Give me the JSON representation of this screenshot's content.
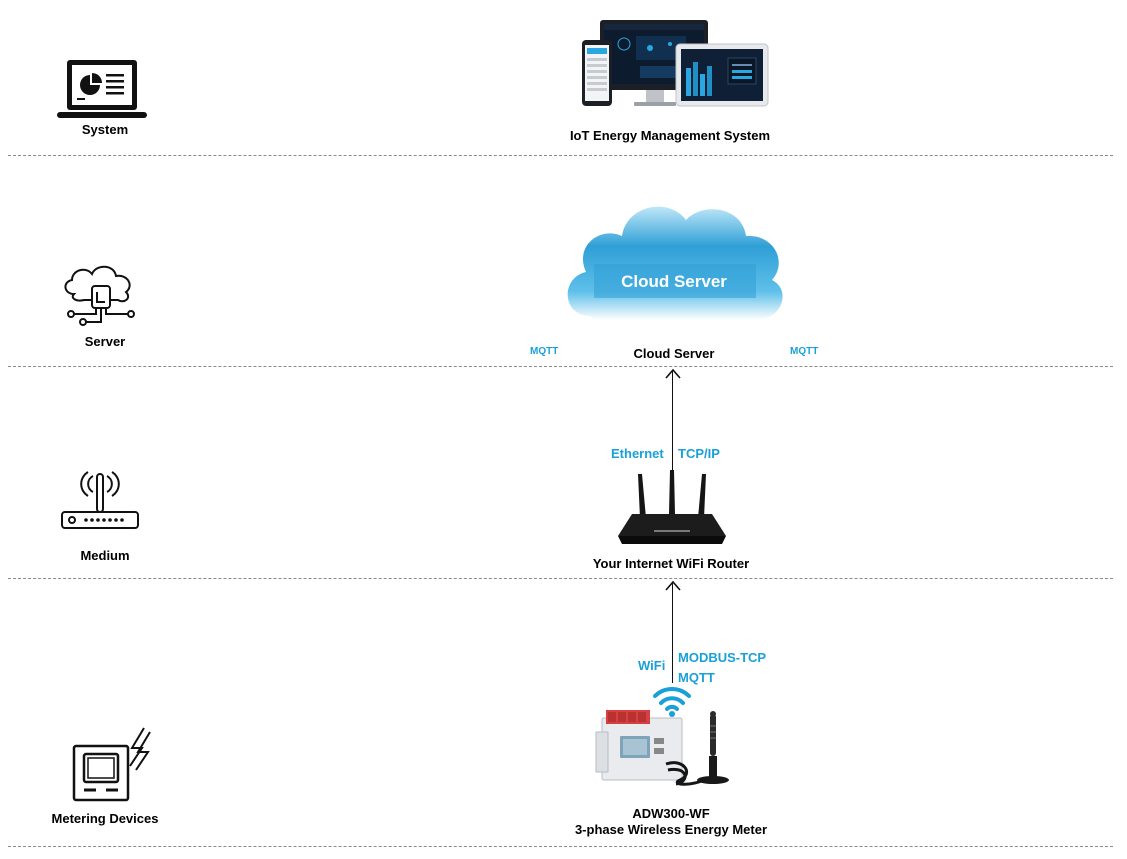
{
  "tiers": {
    "system": "System",
    "server": "Server",
    "medium": "Medium",
    "metering": "Metering Devices"
  },
  "nodes": {
    "system_caption": "IoT Energy Management System",
    "cloud_banner": "Cloud Server",
    "cloud_caption": "Cloud Server",
    "router_caption": "Your Internet WiFi Router",
    "meter_caption_line1": "ADW300-WF",
    "meter_caption_line2": "3-phase Wireless Energy Meter"
  },
  "protocols": {
    "mqtt_left": "MQTT",
    "mqtt_right": "MQTT",
    "ethernet": "Ethernet",
    "tcpip": "TCP/IP",
    "wifi": "WiFi",
    "modbus_tcp": "MODBUS-TCP",
    "mqtt_meter": "MQTT"
  },
  "colors": {
    "protocol_text": "#1aa0d8",
    "cloud_fill": "#2f9fd6",
    "divider": "#8a8a8a"
  },
  "icons": {
    "system": "laptop-dashboard-icon",
    "server": "cloud-server-icon",
    "medium": "wifi-router-icon",
    "metering": "meter-lightning-icon",
    "wifi_signal": "wifi-signal-icon"
  }
}
